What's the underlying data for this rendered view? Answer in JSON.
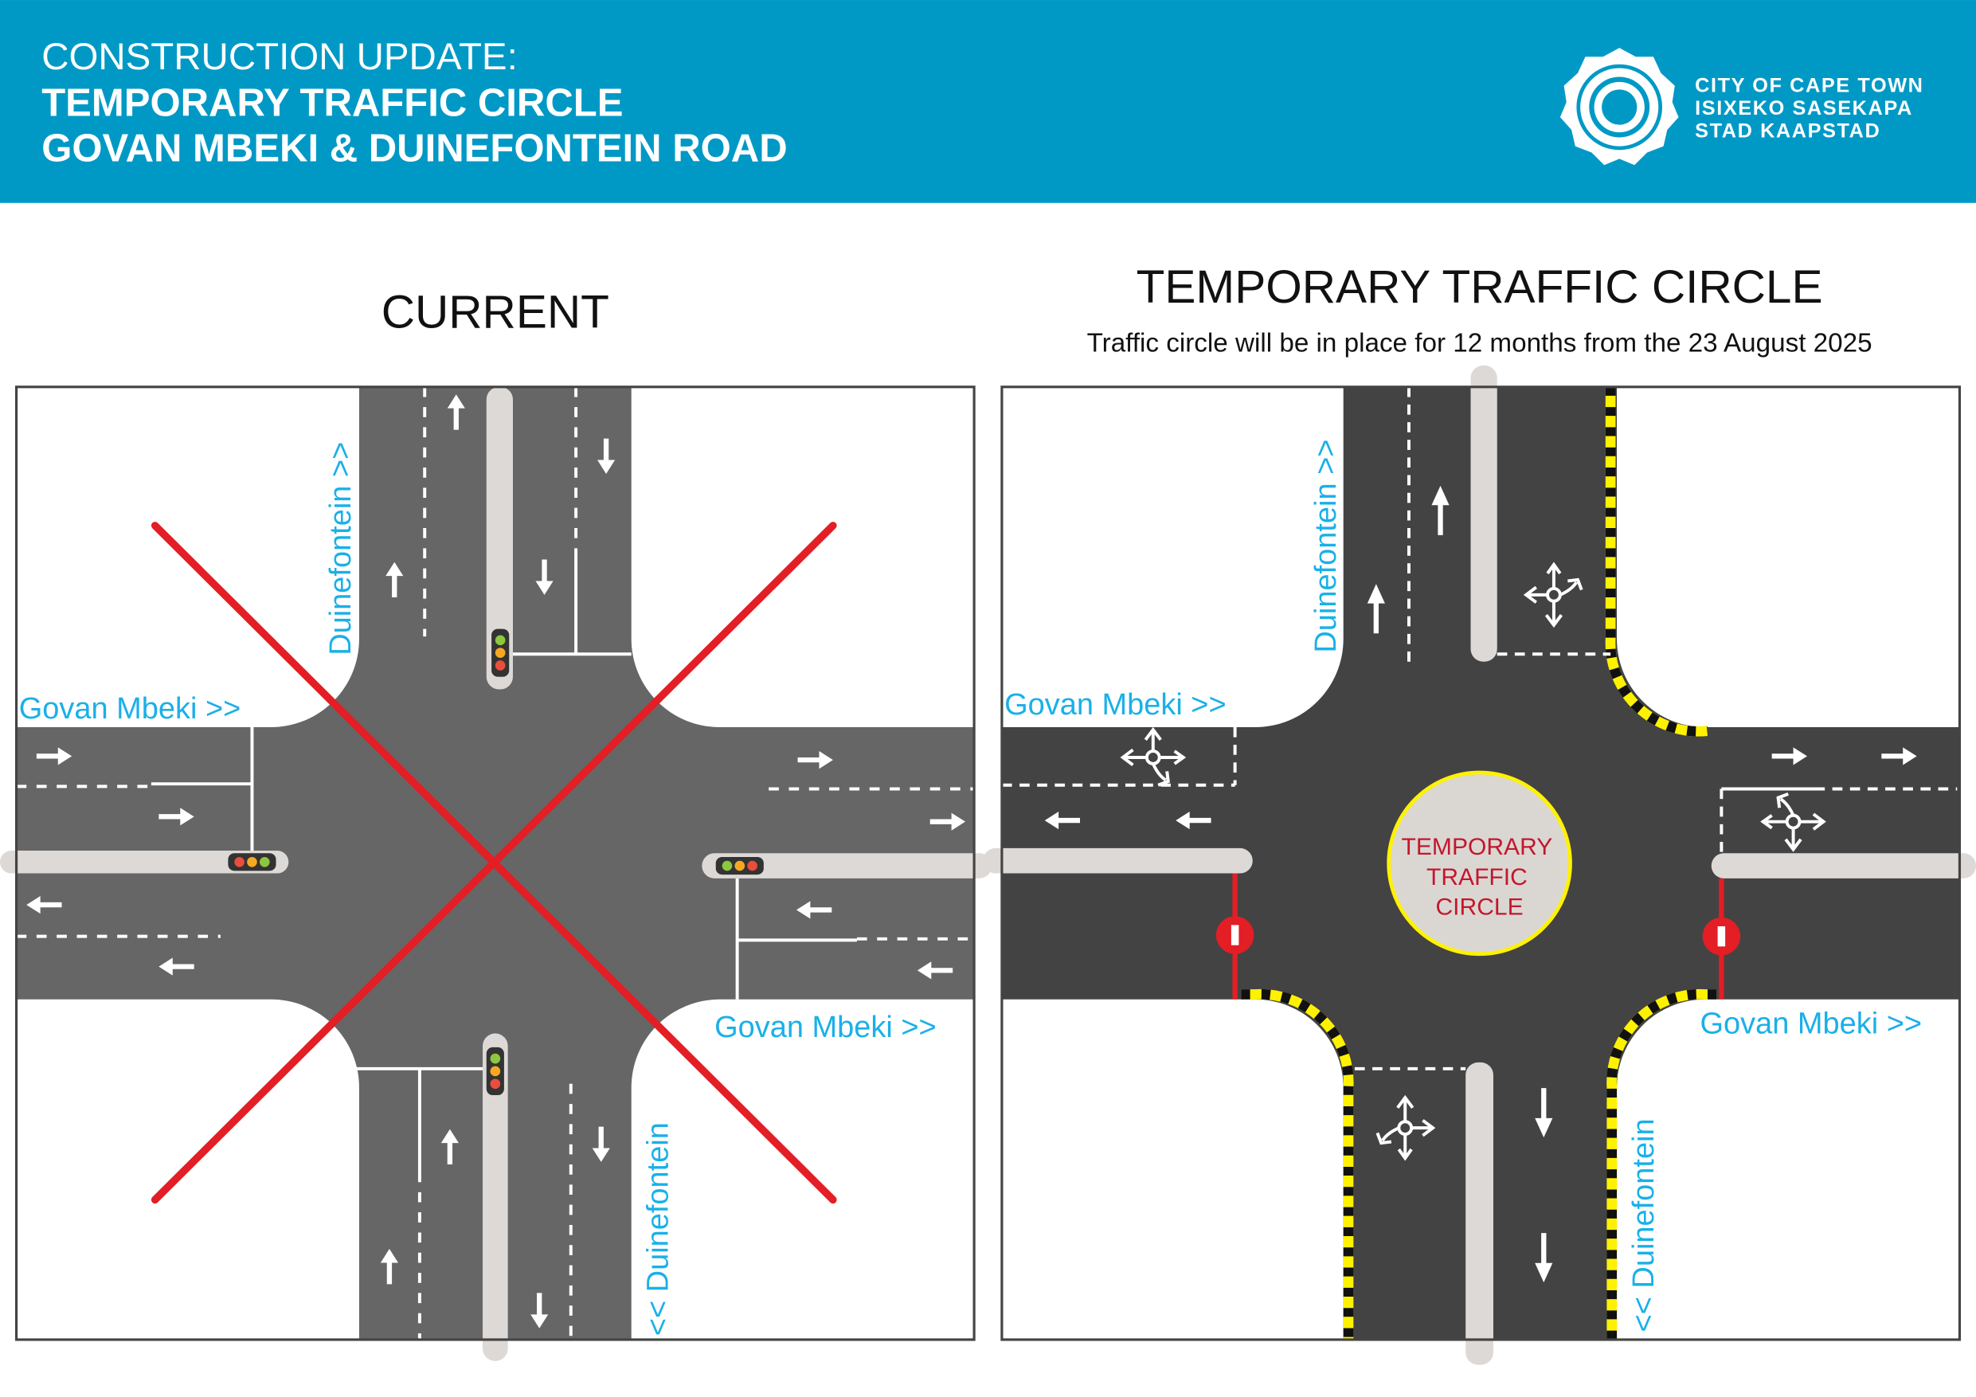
{
  "header": {
    "kicker": "CONSTRUCTION UPDATE:",
    "title_line1": "TEMPORARY TRAFFIC CIRCLE",
    "title_line2": "GOVAN MBEKI & DUINEFONTEIN ROAD",
    "background": "#0099c6"
  },
  "logo": {
    "line1": "CITY OF CAPE TOWN",
    "line2": "ISIXEKO SASEKAPA",
    "line3": "STAD KAAPSTAD"
  },
  "current": {
    "title": "CURRENT",
    "labels": {
      "duinefontein_north": "Duinefontein >>",
      "govan_west": "Govan Mbeki >>",
      "govan_east": "Govan Mbeki >>",
      "duinefontein_south": "<< Duinefontein"
    }
  },
  "temporary": {
    "title": "TEMPORARY TRAFFIC CIRCLE",
    "subtitle": "Traffic circle will be in place for 12 months from the 23 August 2025",
    "circle_line1": "TEMPORARY",
    "circle_line2": "TRAFFIC",
    "circle_line3": "CIRCLE",
    "labels": {
      "duinefontein_north": "Duinefontein >>",
      "govan_west": "Govan Mbeki >>",
      "govan_east": "Govan Mbeki >>",
      "duinefontein_south": "<< Duinefontein"
    }
  },
  "colors": {
    "label_blue": "#1ab0e8",
    "cross_red": "#e31e25",
    "road_current": "#666666",
    "road_temporary": "#434343",
    "hazard_yellow": "#fff200",
    "circle_text": "#c4172c"
  }
}
